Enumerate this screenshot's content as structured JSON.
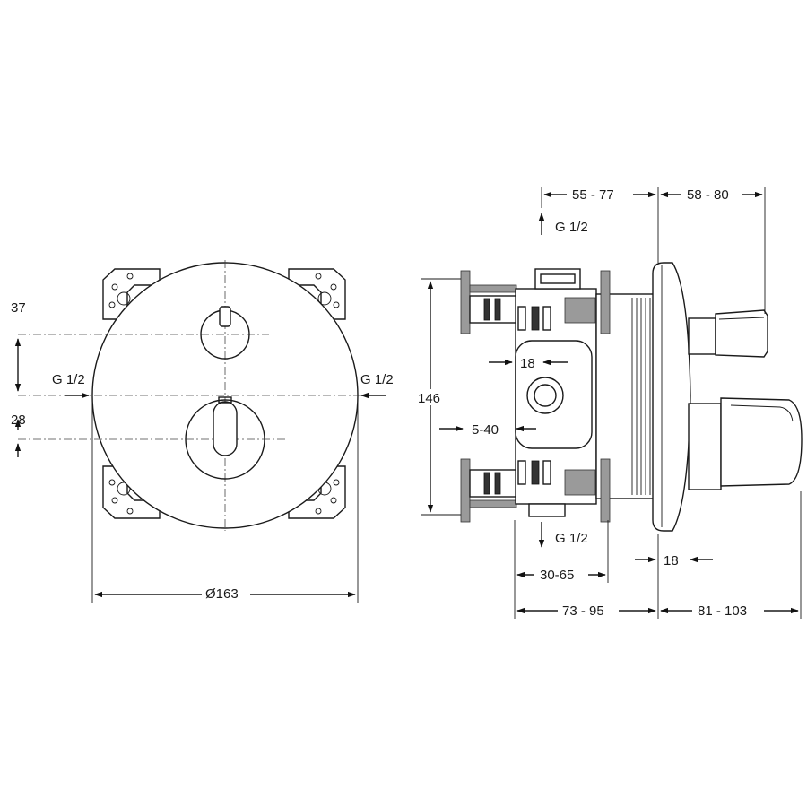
{
  "front_view": {
    "dim_top_offset": "37",
    "dim_bottom_offset": "28",
    "inlet_left": "G 1/2",
    "inlet_right": "G 1/2",
    "diameter": "Ø163"
  },
  "side_view": {
    "dim_top_left": "55 - 77",
    "dim_top_right": "58 - 80",
    "outlet_top": "G 1/2",
    "outlet_bottom": "G 1/2",
    "height": "146",
    "port_width": "18",
    "adjust_range": "5-40",
    "depth_range": "30-65",
    "dim_bottom_left": "73 - 95",
    "dim_bottom_right": "81 - 103",
    "plate_thickness": "18"
  }
}
